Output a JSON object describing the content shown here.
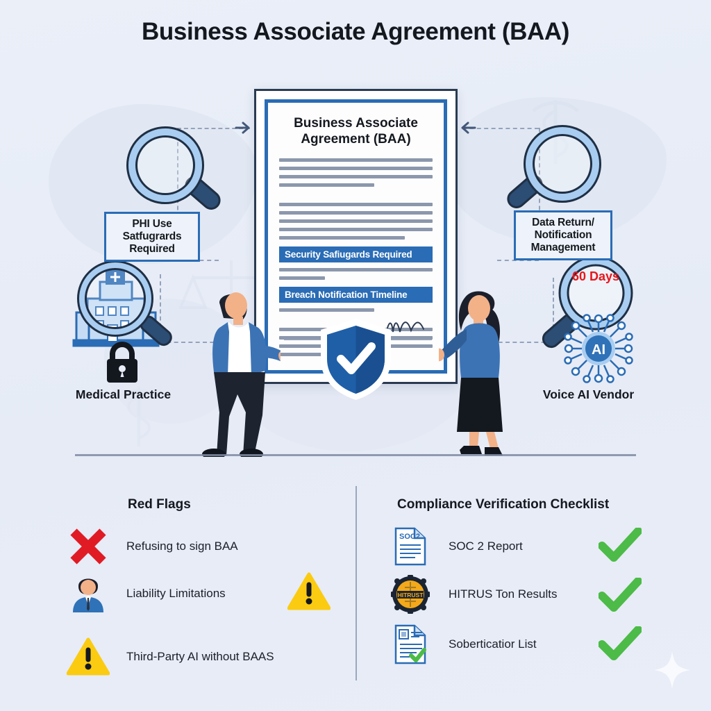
{
  "header": {
    "title": "Business Associate Agreement (BAA)"
  },
  "document": {
    "title_line1": "Business Associate",
    "title_line2": "Agreement (BAA)",
    "banner1": "Security Safiugards Required",
    "banner2": "Breach Notification Timeline",
    "shield_icon": "shield-check-icon"
  },
  "callouts": {
    "left": "PHI Use Satfugrards Required",
    "right": "Data Return/ Notification Management",
    "timeline_badge": "60 Days"
  },
  "actors": {
    "left": {
      "label": "Medical Practice",
      "icon": "padlock-icon",
      "secondary_icon": "hospital-building-magnifier-icon",
      "figure": "businessman-figure"
    },
    "right": {
      "label": "Voice AI Vendor",
      "icon": "ai-network-node-icon",
      "figure": "businesswoman-figure"
    }
  },
  "magnifiers": {
    "top_left": "magnifier-icon",
    "top_right": "magnifier-icon",
    "bottom_left": "magnifier-icon",
    "bottom_right": "magnifier-icon"
  },
  "red_flags": {
    "heading": "Red Flags",
    "items": [
      {
        "label": "Refusing to sign BAA",
        "icon": "red-x-icon",
        "trailing_icon": ""
      },
      {
        "label": "Liability Limitations",
        "icon": "businessman-avatar-icon",
        "trailing_icon": "warning-triangle-icon"
      },
      {
        "label": "Third-Party AI without BAAS",
        "icon": "warning-triangle-icon",
        "trailing_icon": ""
      }
    ]
  },
  "checklist": {
    "heading": "Compliance Verification Checklist",
    "items": [
      {
        "label": "SOC 2 Report",
        "icon": "soc2-document-icon",
        "status_icon": "green-check-icon",
        "badge_text": "SOC2"
      },
      {
        "label": "HITRUS Ton Results",
        "icon": "hitrust-badge-icon",
        "status_icon": "green-check-icon",
        "badge_text": "HITRUST"
      },
      {
        "label": "Soberticatior List",
        "icon": "certification-document-icon",
        "status_icon": "green-check-icon",
        "badge_text": ""
      }
    ]
  },
  "colors": {
    "background": "#e8edf7",
    "accent_blue": "#2a6cb5",
    "dark_navy": "#2a3b52",
    "red": "#e8161b",
    "green": "#4cbb47",
    "yellow": "#fcd116",
    "light_blue": "#a8cdf0"
  }
}
